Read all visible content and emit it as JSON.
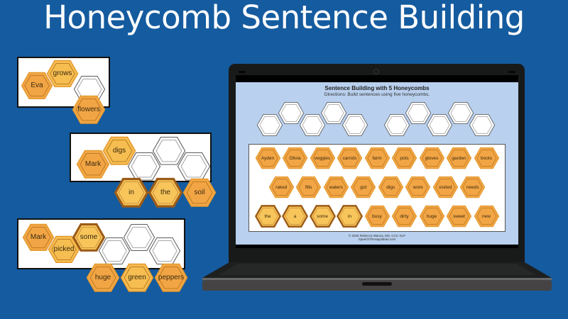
{
  "page": {
    "title": "Honeycomb Sentence Building",
    "background": "#155b9f"
  },
  "colors": {
    "hex_light": "#f7c55a",
    "hex_light_border": "#e39a2f",
    "hex_dark_border": "#a8651c",
    "hex_gold": "#f2b648",
    "empty_stroke": "#444444"
  },
  "example_cards": [
    {
      "placed": [
        "Eva",
        "grows"
      ],
      "empty_count": 1,
      "below": [
        "flowers"
      ]
    },
    {
      "placed": [
        "Mark",
        "digs"
      ],
      "empty_count": 3,
      "below": [
        "in",
        "the",
        "soil"
      ]
    },
    {
      "placed": [
        "Mark",
        "picked",
        "some"
      ],
      "empty_count": 3,
      "below": [
        "huge",
        "green",
        "peppers"
      ]
    }
  ],
  "laptop": {
    "slide": {
      "title": "Sentence Building with 5 Honeycombs",
      "directions": "Directions:  Build sentences using five honeycombs.",
      "empty_sets": 2,
      "empty_per_set": 5,
      "word_rows": [
        [
          "Ayden",
          "Olivia",
          "veggies",
          "carrots",
          "farm",
          "pots",
          "gloves",
          "garden",
          "boots"
        ],
        [
          "raked",
          "fills",
          "waters",
          "got",
          "digs",
          "wore",
          "visited",
          "needs"
        ],
        [
          "the",
          "a",
          "some",
          "in",
          "busy",
          "dirty",
          "huge",
          "sweet",
          "new"
        ]
      ],
      "copyright": "© 2026 Rebecca Wanca, MS, CCC-SLP",
      "website": "SpeechTherapyIdeas.com"
    }
  }
}
